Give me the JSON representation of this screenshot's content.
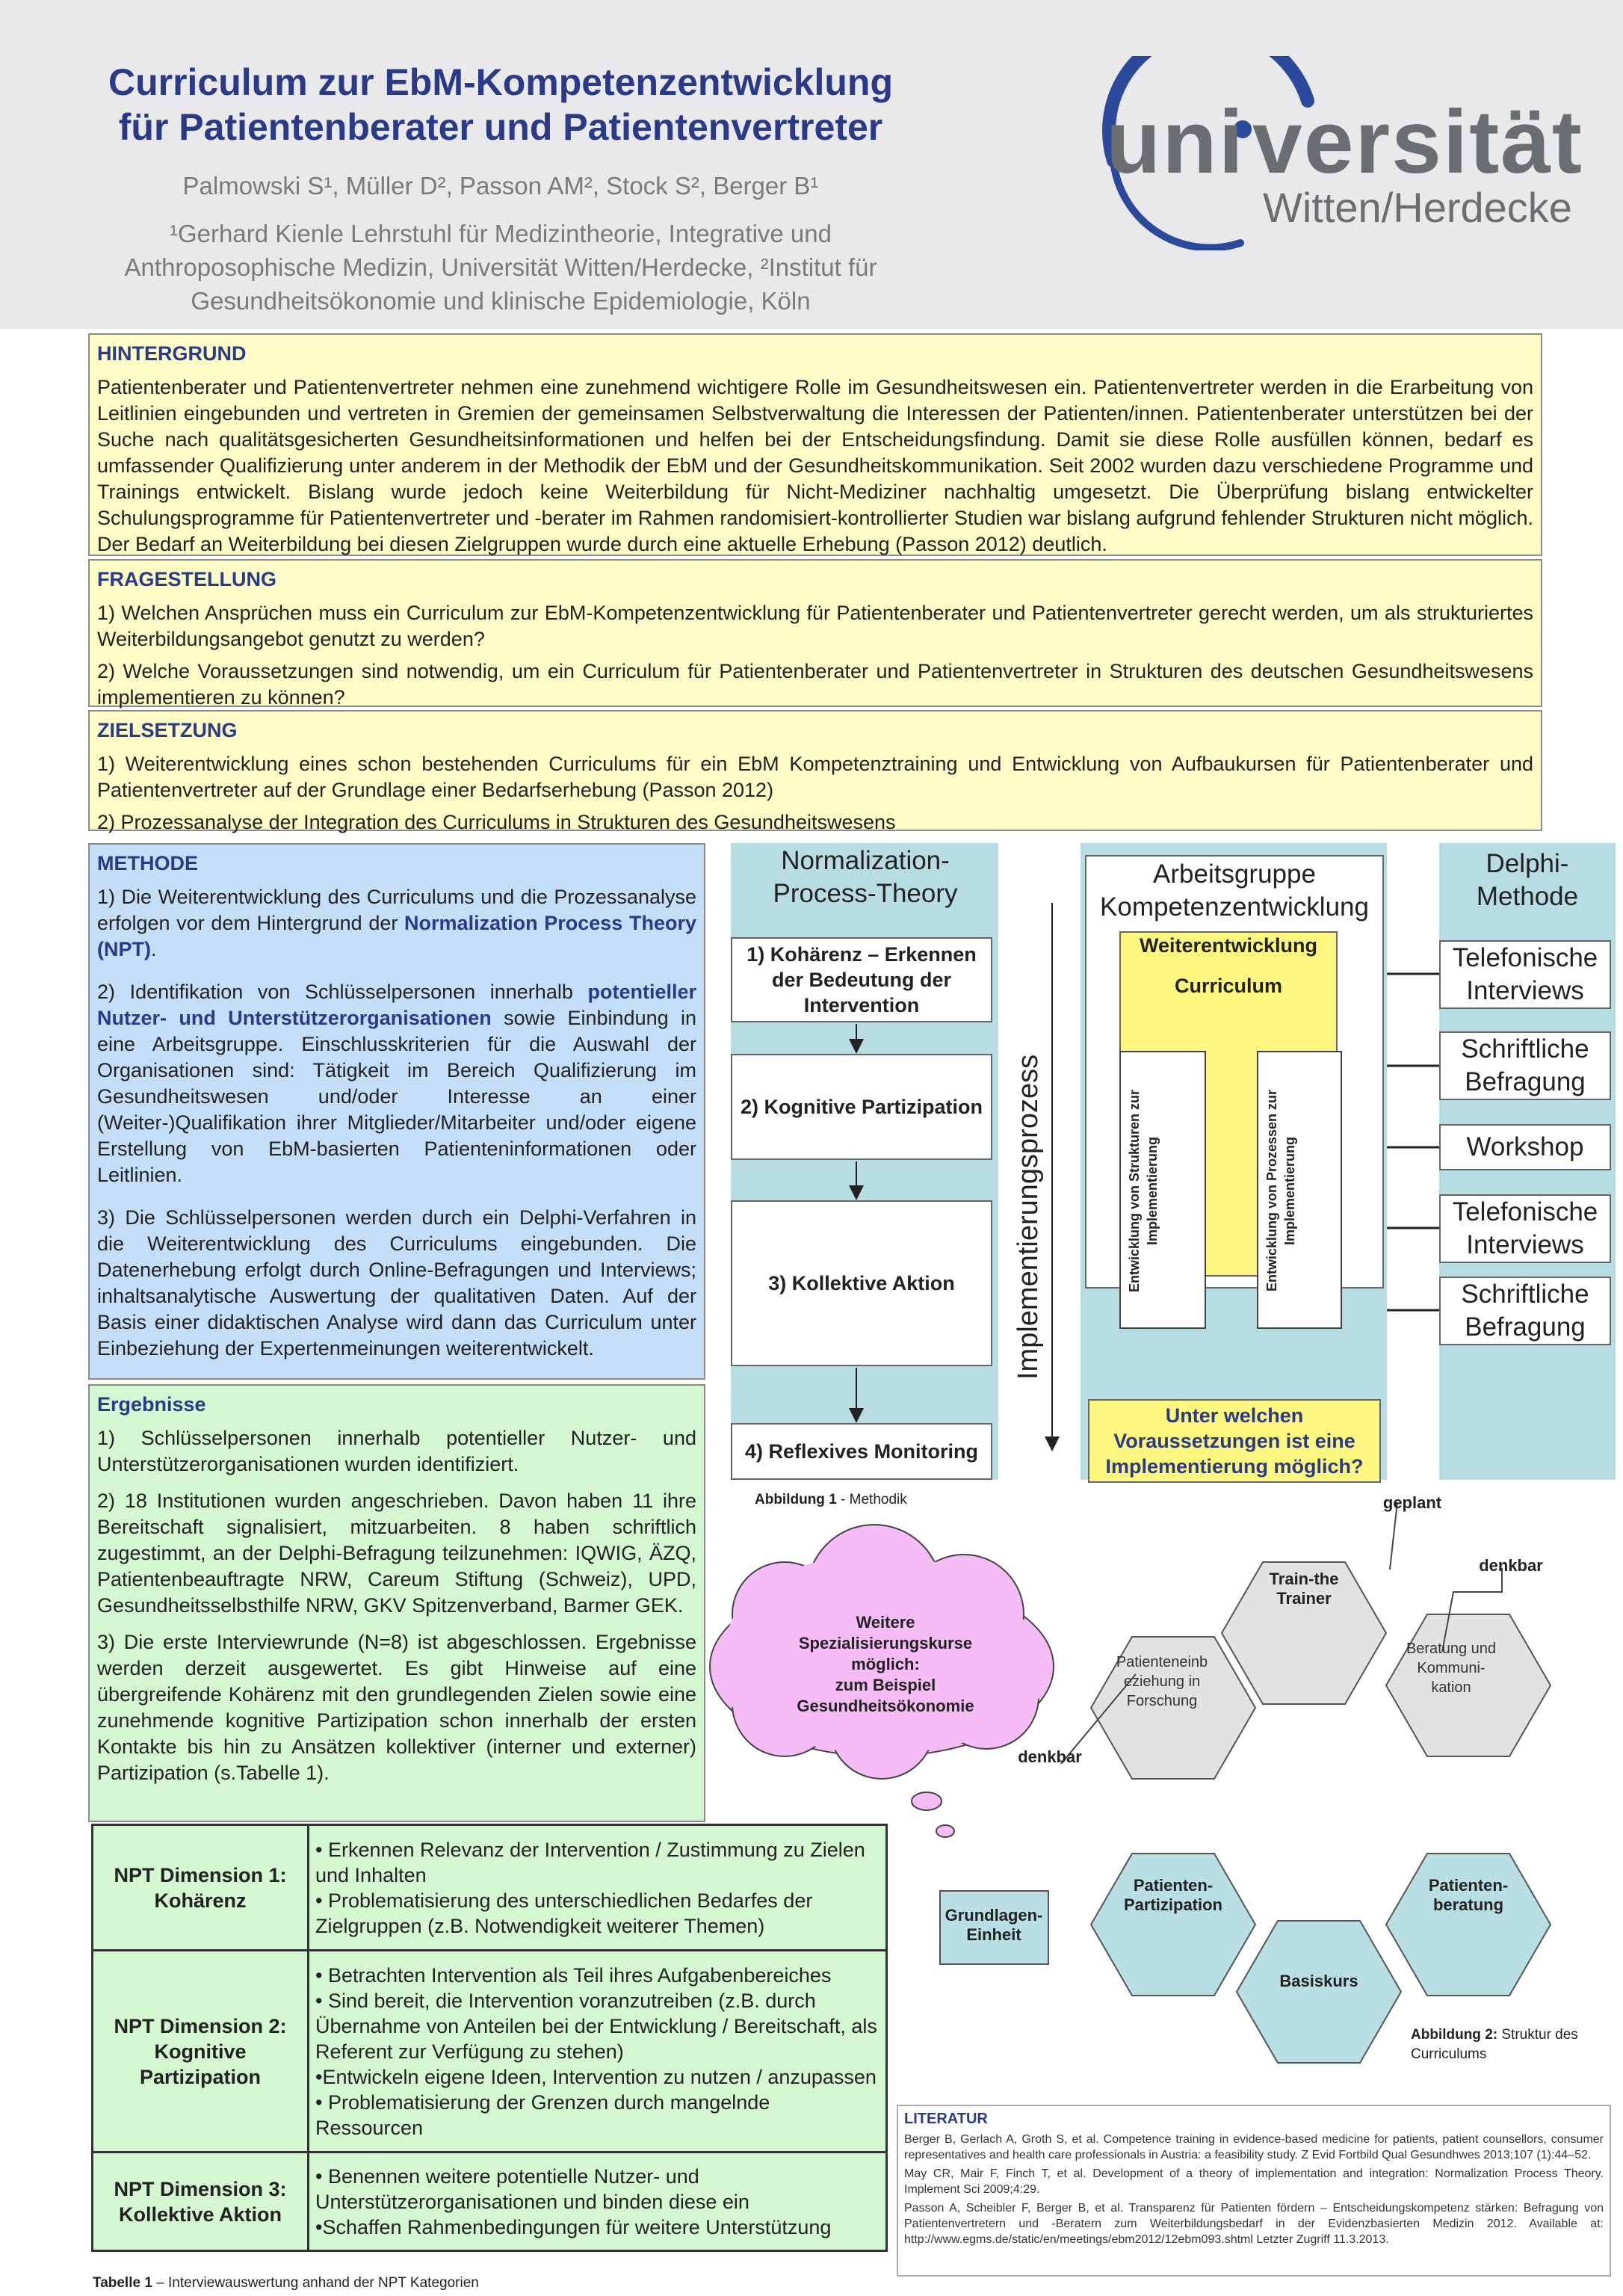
{
  "header": {
    "title_line1": "Curriculum zur EbM-Kompetenzentwicklung",
    "title_line2": "für Patientenberater und Patientenvertreter",
    "authors": "Palmowski S¹, Müller D², Passon AM², Stock S², Berger B¹",
    "affiliation": "¹Gerhard Kienle Lehrstuhl für Medizintheorie, Integrative und Anthroposophische Medizin, Universität Witten/Herdecke, ²Institut für Gesundheitsökonomie und klinische Epidemiologie, Köln",
    "logo": {
      "word1": "uni",
      "word2": "versität",
      "sub": "Witten/Herdecke",
      "color_blue": "#2b4a9c",
      "color_gray": "#6b6e71"
    }
  },
  "hintergrund": {
    "heading": "HINTERGRUND",
    "text": "Patientenberater und Patientenvertreter nehmen eine zunehmend wichtigere Rolle im Gesundheitswesen ein. Patientenvertreter werden in die Erarbeitung von Leitlinien eingebunden und vertreten in Gremien der gemeinsamen Selbstverwaltung die Interessen der Patienten/innen. Patientenberater unterstützen bei der Suche nach qualitätsgesicherten Gesundheitsinformationen und helfen bei der Entscheidungsfindung. Damit sie diese Rolle ausfüllen können, bedarf es umfassender Qualifizierung unter anderem in der Methodik der EbM und der Gesundheitskommunikation. Seit 2002 wurden dazu verschiedene Programme und Trainings entwickelt. Bislang wurde jedoch keine Weiterbildung für Nicht-Mediziner nachhaltig umgesetzt. Die Überprüfung bislang entwickelter Schulungsprogramme für Patientenvertreter und -berater im Rahmen randomisiert-kontrollierter Studien war bislang aufgrund fehlender Strukturen nicht möglich. Der Bedarf an Weiterbildung bei diesen Zielgruppen wurde durch eine aktuelle Erhebung (Passon 2012) deutlich."
  },
  "fragestellung": {
    "heading": "FRAGESTELLUNG",
    "q1": "1) Welchen Ansprüchen muss ein Curriculum zur EbM-Kompetenzentwicklung für Patientenberater und Patientenvertreter gerecht werden, um als strukturiertes Weiterbildungsangebot genutzt zu werden?",
    "q2": "2) Welche Voraussetzungen sind notwendig, um ein Curriculum für Patientenberater und Patientenvertreter in Strukturen des deutschen Gesundheitswesens implementieren zu können?"
  },
  "zielsetzung": {
    "heading": "ZIELSETZUNG",
    "z1": "1) Weiterentwicklung eines schon bestehenden Curriculums für ein EbM Kompetenztraining und Entwicklung von Aufbaukursen für Patientenberater und Patientenvertreter auf der Grundlage einer Bedarfserhebung (Passon 2012)",
    "z2": "2) Prozessanalyse der Integration des Curriculums in Strukturen des Gesundheitswesens"
  },
  "methode": {
    "heading": "METHODE",
    "p1a": "1) Die Weiterentwicklung des Curriculums und die Prozessanalyse erfolgen vor dem Hintergrund der ",
    "p1b": "Normalization Process Theory (NPT)",
    "p1c": ".",
    "p2a": " 2) Identifikation von Schlüsselpersonen innerhalb ",
    "p2b": "potentieller Nutzer- und Unterstützerorganisationen",
    "p2c": " sowie Einbindung in eine Arbeitsgruppe. Einschlusskriterien für die Auswahl der Organisationen sind: Tätigkeit im Bereich Qualifizierung im Gesundheitswesen und/oder Interesse an einer (Weiter-)Qualifikation ihrer Mitglieder/Mitarbeiter und/oder eigene Erstellung von EbM-basierten Patienteninformationen oder Leitlinien.",
    "p3": "3) Die Schlüsselpersonen werden durch ein Delphi-Verfahren in die Weiterentwicklung des Curriculums eingebunden. Die Datenerhebung erfolgt durch Online-Befragungen und Interviews; inhaltsanalytische Auswertung der qualitativen Daten. Auf der Basis einer didaktischen Analyse wird dann das Curriculum unter Einbeziehung der Expertenmeinungen weiterentwickelt."
  },
  "ergebnisse": {
    "heading": "Ergebnisse",
    "p1": "1) Schlüsselpersonen innerhalb potentieller Nutzer- und Unterstützerorganisationen wurden identifiziert.",
    "p2": "2) 18 Institutionen wurden angeschrieben. Davon haben 11 ihre Bereitschaft signalisiert, mitzuarbeiten. 8 haben schriftlich zugestimmt, an der Delphi-Befragung teilzunehmen: IQWIG, ÄZQ, Patientenbeauftragte NRW, Careum Stiftung (Schweiz), UPD, Gesundheitsselbsthilfe NRW, GKV Spitzenverband, Barmer GEK.",
    "p3": "3) Die erste Interviewrunde (N=8) ist abgeschlossen. Ergebnisse werden derzeit ausgewertet. Es gibt Hinweise auf eine übergreifende Kohärenz mit den grundlegenden Zielen sowie eine zunehmende kognitive Partizipation schon innerhalb der ersten Kontakte bis hin zu Ansätzen kollektiver (interner und externer) Partizipation (s.Tabelle 1)."
  },
  "diagram1": {
    "npt_title": "Normalization-Process-Theory",
    "steps": [
      "1) Kohärenz – Erkennen der Bedeutung der Intervention",
      "2) Kognitive Partizipation",
      "3) Kollektive Aktion",
      "4) Reflexives Monitoring"
    ],
    "vertical_label": "Implementierungsprozess",
    "ag_title": "Arbeitsgruppe Kompetenzentwicklung",
    "wei_title": "Weiterentwicklung",
    "wei_sub": "Curriculum",
    "left_vert": "Entwicklung von Strukturen zur Implementierung",
    "right_vert": "Entwicklung von Prozessen zur Implementierung",
    "question": "Unter welchen Voraussetzungen ist eine Implementierung möglich?",
    "delphi_title": "Delphi-Methode",
    "delphi_items": [
      "Telefonische Interviews",
      "Schriftliche Befragung",
      "Workshop",
      "Telefonische Interviews",
      "Schriftliche Befragung"
    ],
    "caption_bold": "Abbildung 1",
    "caption_rest": " - Methodik"
  },
  "diagram2": {
    "cloud": "Weitere Spezialisierungskurse möglich: zum Beispiel Gesundheitsökonomie",
    "denkbar_left": "denkbar",
    "geplant": "geplant",
    "denkbar_right": "denkbar",
    "train": "Train-the Trainer",
    "patein": "Patienteneinb eziehung in Forschung",
    "beratung": "Beratung und Kommuni-kation",
    "grundlagen": "Grundlagen-Einheit",
    "partizipation": "Patienten-Partizipation",
    "patberatung": "Patienten-beratung",
    "basiskurs": "Basiskurs",
    "caption_bold": "Abbildung 2:",
    "caption_rest": " Struktur des Curriculums",
    "hex_gray": "#e2e2e2",
    "hex_teal": "#b9dfe4"
  },
  "table1": {
    "rows": [
      {
        "dim": "NPT Dimension 1: Kohärenz",
        "items": [
          "• Erkennen Relevanz der Intervention / Zustimmung zu Zielen und Inhalten",
          "• Problematisierung des unterschiedlichen Bedarfes der Zielgruppen (z.B. Notwendigkeit weiterer Themen)"
        ]
      },
      {
        "dim": "NPT Dimension 2: Kognitive Partizipation",
        "items": [
          "• Betrachten Intervention als Teil ihres Aufgabenbereiches",
          "• Sind bereit, die Intervention voranzutreiben (z.B. durch Übernahme von Anteilen bei der Entwicklung / Bereitschaft, als Referent zur Verfügung zu stehen)",
          "•Entwickeln eigene Ideen, Intervention zu nutzen / anzupassen",
          "• Problematisierung der Grenzen durch mangelnde Ressourcen"
        ]
      },
      {
        "dim": "NPT Dimension 3: Kollektive Aktion",
        "items": [
          "• Benennen weitere potentielle Nutzer- und Unterstützerorganisationen und binden diese ein",
          "•Schaffen Rahmenbedingungen für weitere Unterstützung"
        ]
      }
    ],
    "caption_bold": "Tabelle 1",
    "caption_rest": " – Interviewauswertung anhand der NPT Kategorien"
  },
  "literatur": {
    "heading": "LITERATUR",
    "refs": [
      "Berger B, Gerlach A, Groth S, et al. Competence training in evidence-based medicine for patients, patient counsellors, consumer representatives and health care professionals in Austria: a feasibility study. Z Evid Fortbild Qual Gesundhwes 2013;107 (1):44–52.",
      "May CR, Mair F, Finch T, et al. Development of a theory of implementation and integration: Normalization Process Theory. Implement Sci 2009;4:29.",
      "Passon A, Scheibler F, Berger B, et al. Transparenz für Patienten fördern – Entscheidungskompetenz stärken: Befragung von Patientenvertretern und -Beratern zum Weiterbildungsbedarf in der Evidenzbasierten Medizin 2012. Available at: http://www.egms.de/static/en/meetings/ebm2012/12ebm093.shtml Letzter Zugriff 11.3.2013."
    ]
  }
}
